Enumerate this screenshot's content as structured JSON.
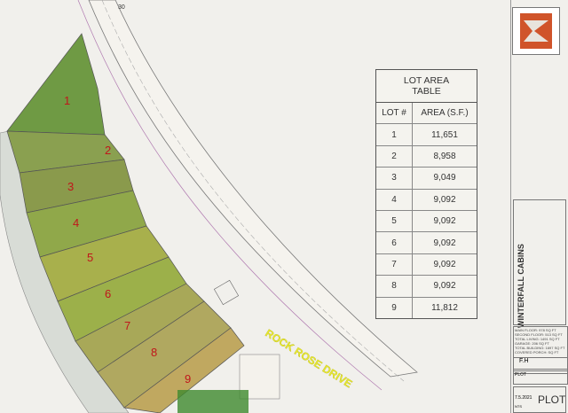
{
  "table": {
    "title": "LOT AREA TABLE",
    "col_lot": "LOT #",
    "col_area": "AREA (S.F.)",
    "rows": [
      {
        "lot": "1",
        "area": "11,651"
      },
      {
        "lot": "2",
        "area": "8,958"
      },
      {
        "lot": "3",
        "area": "9,049"
      },
      {
        "lot": "4",
        "area": "9,092"
      },
      {
        "lot": "5",
        "area": "9,092"
      },
      {
        "lot": "6",
        "area": "9,092"
      },
      {
        "lot": "7",
        "area": "9,092"
      },
      {
        "lot": "8",
        "area": "9,092"
      },
      {
        "lot": "9",
        "area": "11,812"
      }
    ]
  },
  "plan": {
    "road_label": "ROCK ROSE DRIVE",
    "dimension": "30",
    "lot_labels": [
      "1",
      "2",
      "3",
      "4",
      "5",
      "6",
      "7",
      "8",
      "9"
    ],
    "lot_label_color": "#c0161b",
    "road_label_color": "#e8e830"
  },
  "title_block": {
    "project": "WINTERFALL CABINS",
    "areas": [
      "MAIN FLOOR: 978 SQ FT",
      "SECOND FLOOR: 513 SQ FT",
      "TOTAL LIVING: 1491 SQ FT",
      "GARAGE: 206 SQ FT",
      "TOTAL BUILDING: 1697 SQ FT",
      "COVERED PORCH: SQ FT"
    ],
    "drawn_by": "F.H",
    "sheet_name": "PLOT",
    "date": "7.5.2021",
    "scale": "NTS",
    "sheet": "PLOT"
  },
  "logo_colors": [
    "#d0542a",
    "#e8e4dc"
  ]
}
